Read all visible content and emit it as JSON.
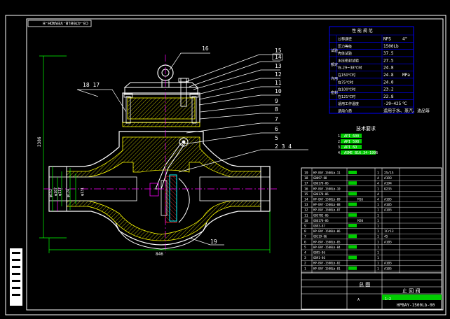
{
  "title_strip": "C0-4700LB-VERADH-H",
  "callouts": {
    "part_16_top": "16",
    "part_15": "15",
    "part_14": "14",
    "part_13": "13",
    "part_12": "12",
    "part_11": "11",
    "part_10": "10",
    "part_9": "9",
    "part_8": "8",
    "part_7": "7",
    "part_6": "6",
    "part_5": "5",
    "part_2_3_4": "2  3  4",
    "part_18_17": "18 17",
    "part_19": "19"
  },
  "dimensions": {
    "height": "2386",
    "length": "846",
    "dia_1": "φ152",
    "dia_2": "φ107",
    "dia_3": "φ117",
    "dia_4": "φ124",
    "dia_5": "φ131"
  },
  "perf_table": {
    "title": "性 能 规 范",
    "rows": [
      {
        "label": "公称通径",
        "value": "NPS",
        "extra": "4\""
      },
      {
        "label": "压力等级",
        "value": "1500Lb",
        "extra": ""
      },
      {
        "label": "壳体试验",
        "value": "37.5",
        "extra": ""
      },
      {
        "label": "水压密封试验",
        "value": "27.5",
        "extra": ""
      },
      {
        "label": "在-29~38℃时",
        "value": "24.8",
        "extra": ""
      },
      {
        "label": "在150℃时",
        "value": "24.8",
        "extra": "MPa"
      },
      {
        "label": "在75℃时",
        "value": "24.0",
        "extra": ""
      },
      {
        "label": "在100℃时",
        "value": "23.2",
        "extra": ""
      },
      {
        "label": "在121℃时",
        "value": "22.8",
        "extra": ""
      },
      {
        "label": "适用工作温度",
        "value": "-29~425",
        "extra": "℃"
      },
      {
        "label": "适用介质",
        "value": "适用于水、蒸汽、油品等",
        "extra": ""
      }
    ],
    "side_labels": [
      "试验压力",
      "额定压力",
      "许用压力",
      "密封压力"
    ]
  },
  "tech_req": {
    "title": "技术要求",
    "items": [
      "1.        API 600",
      "2.        API 598",
      "3.        API 6D",
      "4.        ASME B16.34-1996"
    ]
  },
  "bom": {
    "rows": [
      {
        "no": "19",
        "code": "HP-BAY-1500Lb-11",
        "name": "",
        "qty": "1",
        "mat": "25/15"
      },
      {
        "no": "18",
        "code": "GB897-88",
        "name": "",
        "qty": "4",
        "mat": "A193"
      },
      {
        "no": "17",
        "code": "GB6170-86",
        "name": "",
        "qty": "4",
        "mat": "A194"
      },
      {
        "no": "16",
        "code": "HP-BAY-1500Lb-10",
        "name": "",
        "qty": "1",
        "mat": "Q235"
      },
      {
        "no": "15",
        "code": "GB6170-86",
        "name": "",
        "qty": "4",
        "mat": ""
      },
      {
        "no": "14",
        "code": "HP-BAY-1500Lb-09",
        "name": "M16",
        "qty": "4",
        "mat": "A105"
      },
      {
        "no": "13",
        "code": "HP-BAY-1500Lb-08",
        "name": "",
        "qty": "1",
        "mat": "A105"
      },
      {
        "no": "12",
        "code": "HP-BAY-1500Lb-07",
        "name": "",
        "qty": "1",
        "mat": "A105"
      },
      {
        "no": "11",
        "code": "GB5782-86",
        "name": "",
        "qty": "1",
        "mat": ""
      },
      {
        "no": "10",
        "code": "GB6170-86",
        "name": "M20",
        "qty": "1",
        "mat": ""
      },
      {
        "no": "9",
        "code": "GB93-87",
        "name": "",
        "qty": "1",
        "mat": ""
      },
      {
        "no": "8",
        "code": "HP-BAY-1500Lb-06",
        "name": "",
        "qty": "1",
        "mat": "1Cr13"
      },
      {
        "no": "7",
        "code": "GB119-86",
        "name": "",
        "qty": "1",
        "mat": "45"
      },
      {
        "no": "6",
        "code": "HP-BAY-1500Lb-05",
        "name": "",
        "qty": "1",
        "mat": "A105"
      },
      {
        "no": "5",
        "code": "HP-BAY-1500Lb-04",
        "name": "",
        "qty": "1",
        "mat": ""
      },
      {
        "no": "4",
        "code": "GB95-86",
        "name": "",
        "qty": "1",
        "mat": ""
      },
      {
        "no": "3",
        "code": "GB91-86",
        "name": "",
        "qty": "1",
        "mat": ""
      },
      {
        "no": "2",
        "code": "HP-BAY-1500Lb-02",
        "name": "",
        "qty": "1",
        "mat": "A105"
      },
      {
        "no": "1",
        "code": "HP-BAY-1500Lb-01",
        "name": "",
        "qty": "1",
        "mat": "A105"
      }
    ]
  },
  "title_block": {
    "drawing_name": "总 图",
    "product": "止 回 阀",
    "drawing_no": "HPBAY-1500Lb-00",
    "scale": "1:2",
    "sheet": "A"
  },
  "colors": {
    "background": "#000000",
    "outline": "#ffffff",
    "body": "#ffff00",
    "dimension": "#00ff00",
    "centerline": "#ff00ff",
    "leader": "#ffffff",
    "table_border": "#0000ff",
    "highlight": "#00cc00",
    "hatch": "#ff3333"
  }
}
